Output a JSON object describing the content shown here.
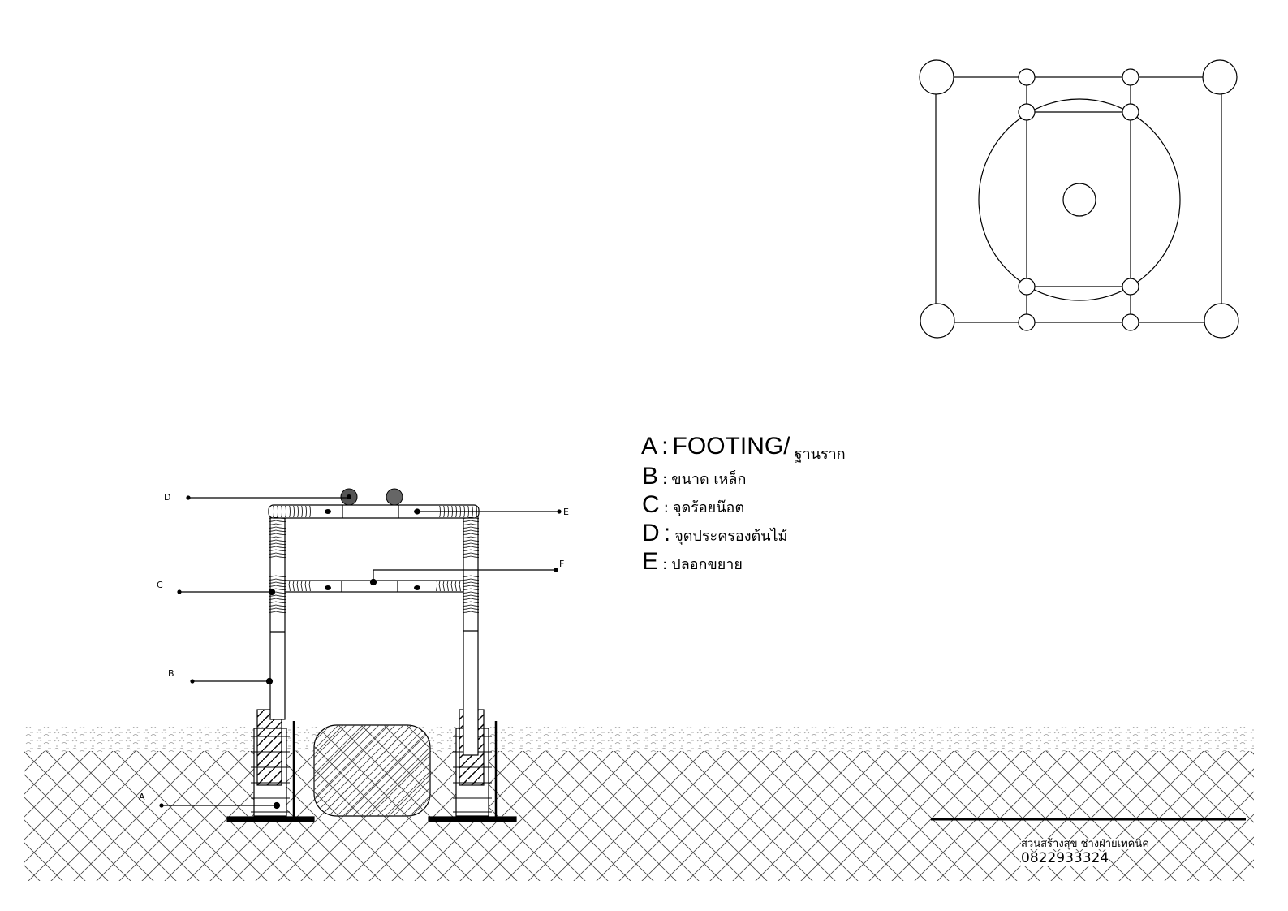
{
  "legend": {
    "items": [
      {
        "letter": "A",
        "sep": ":",
        "text": "FOOTING/",
        "sub": "ฐานราก"
      },
      {
        "letter": "B",
        "sep": ":",
        "text": "ขนาด เหล็ก"
      },
      {
        "letter": "C",
        "sep": ":",
        "text": "จุดร้อยน๊อต"
      },
      {
        "letter": "D",
        "sep": ":",
        "text": "จุดประครองต้นไม้"
      },
      {
        "letter": "E",
        "sep": ":",
        "text": "ปลอกขยาย"
      }
    ]
  },
  "callouts": {
    "A": "A",
    "B": "B",
    "C": "C",
    "D": "D",
    "E": "E",
    "F": "F"
  },
  "signature": {
    "name": "สวนสร้างสุข ช่างฝ่ายเทคนิค",
    "phone": "0822933324"
  }
}
